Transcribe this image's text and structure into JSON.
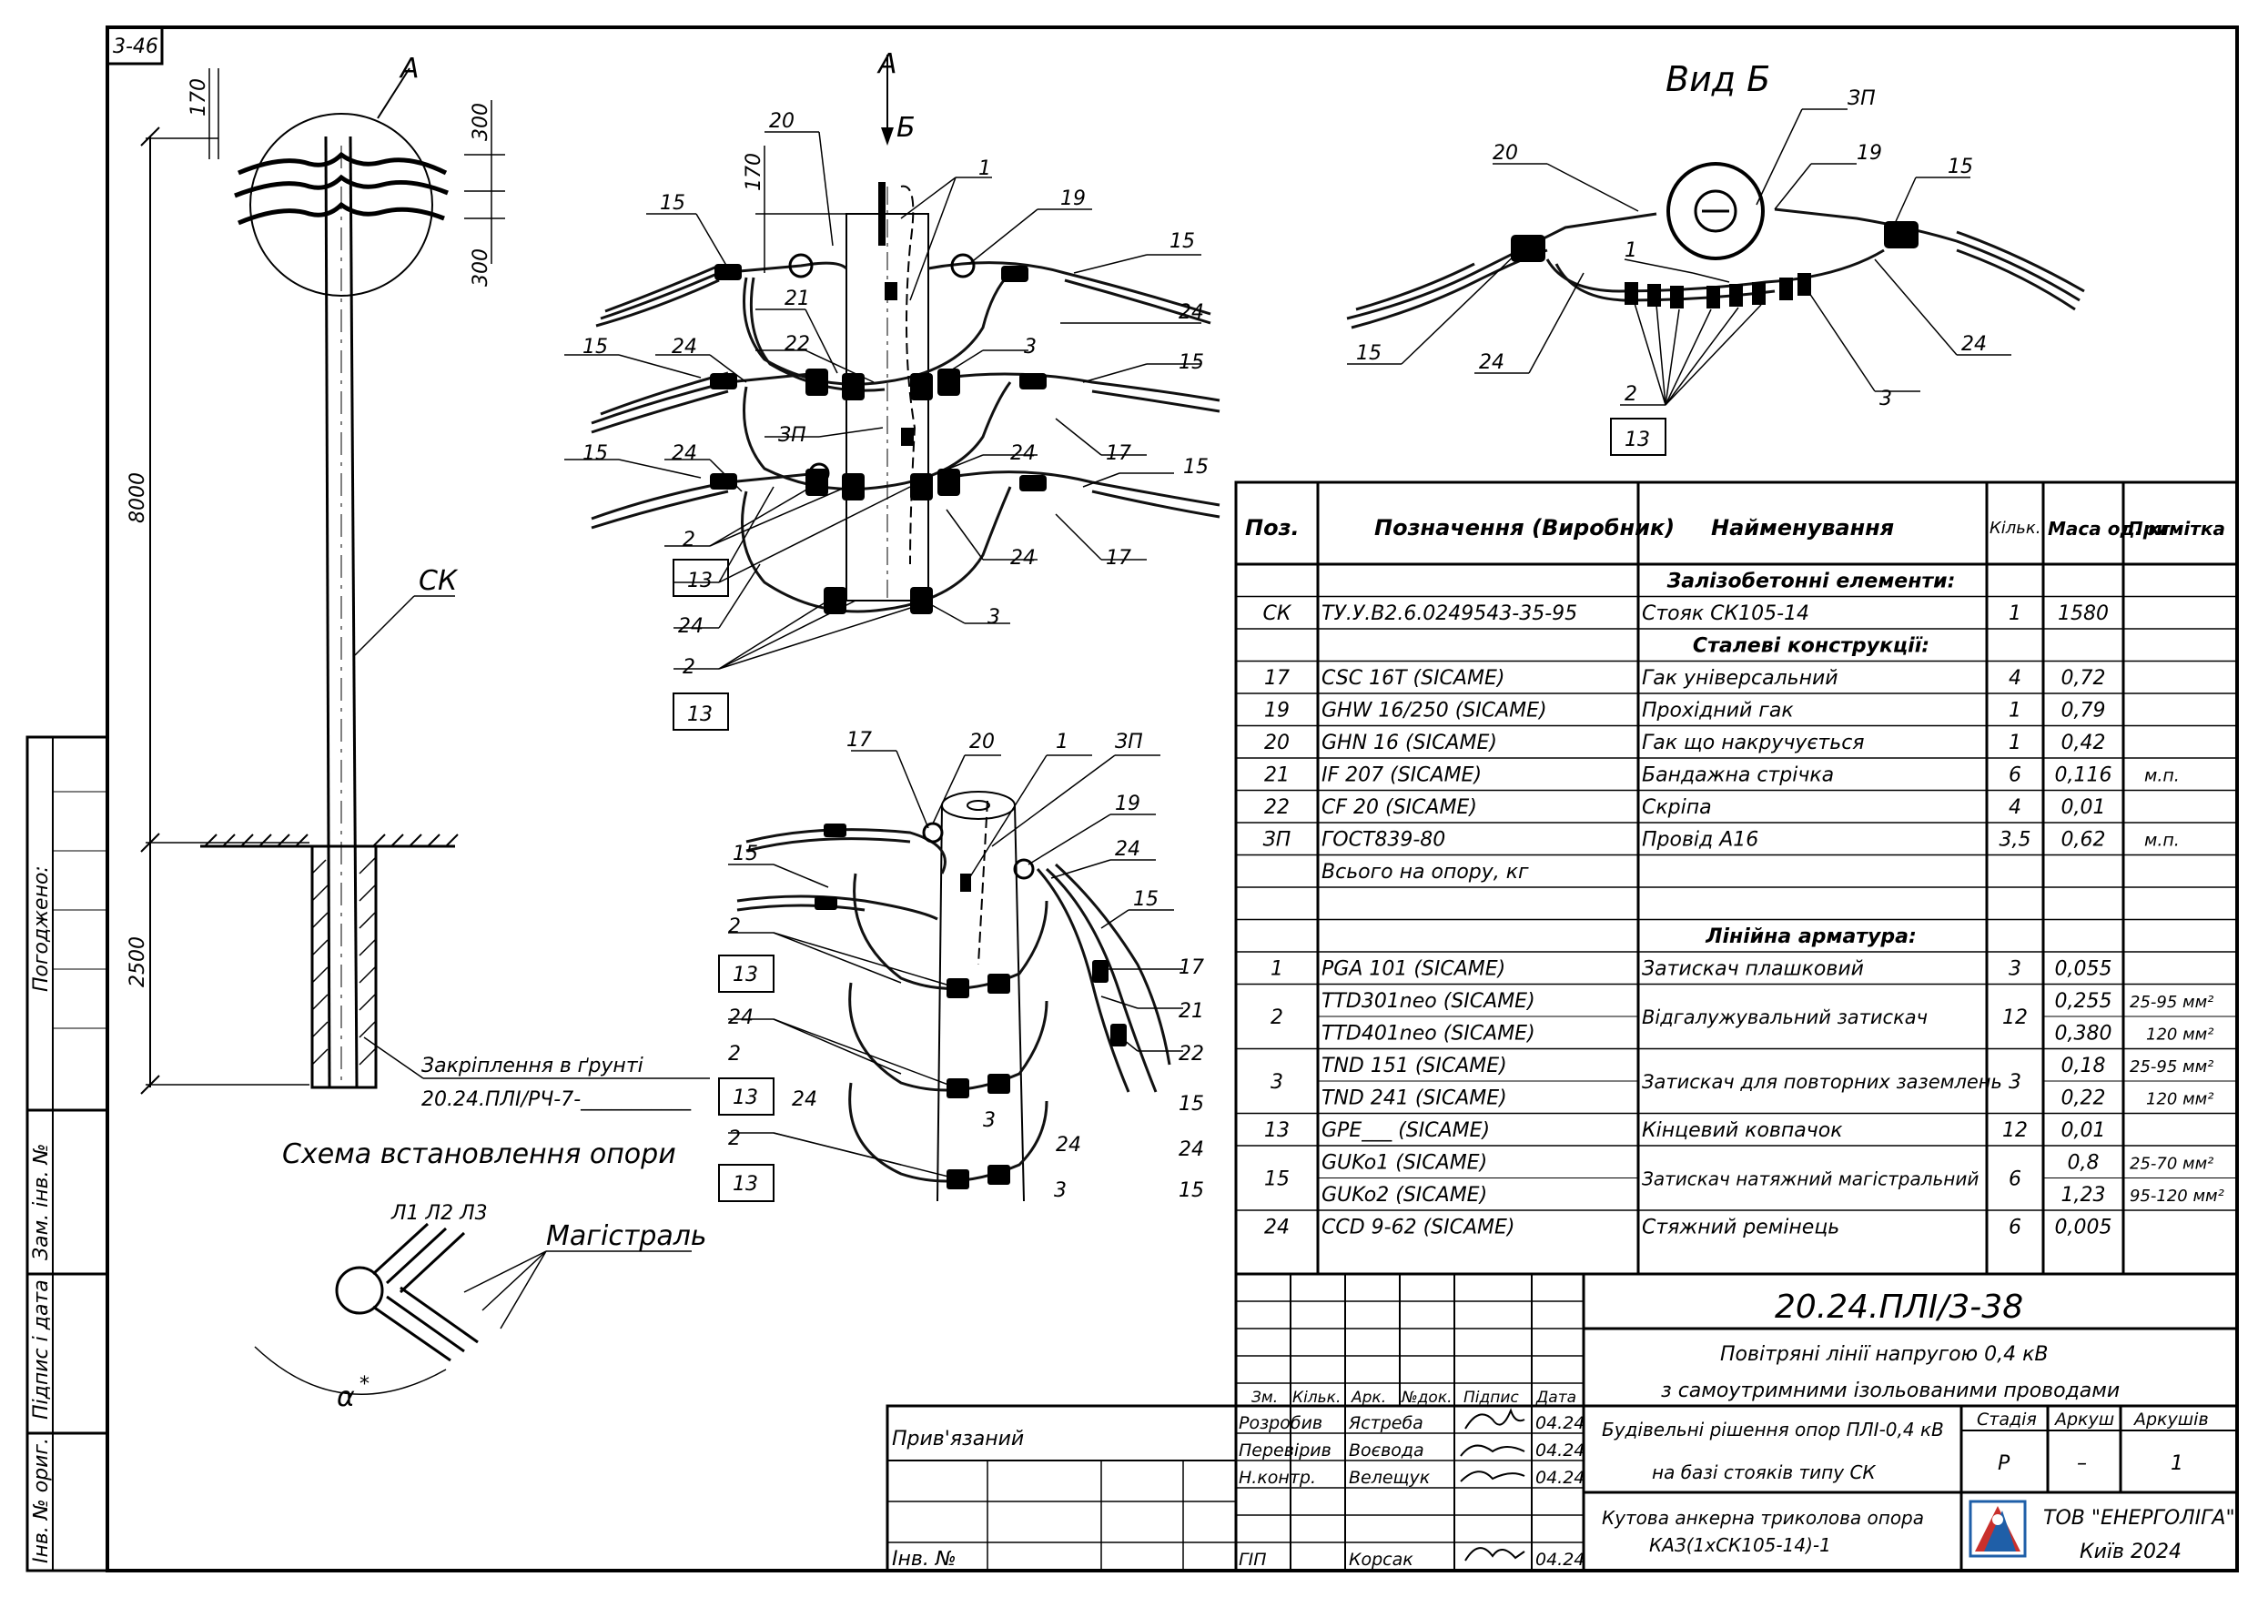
{
  "sheet_id": "3-46",
  "left_margin_labels": [
    "Погоджено:",
    "Зам. інв. №",
    "Підпис і дата",
    "Інв. № ориг."
  ],
  "installation": {
    "label_A": "А",
    "dim_170": "170",
    "dim_300_top": "300",
    "dim_300_bottom": "300",
    "dim_8000": "8000",
    "dim_2500": "2500",
    "label_SK": "СК",
    "ground_note": "Закріплення в ґрунті",
    "ground_ref": "20.24.ПЛІ/РЧ-7-___________",
    "caption": "Схема встановлення опори"
  },
  "plan": {
    "lines_label": "Л1 Л2 Л3",
    "magistral": "Магістраль",
    "angle": "α",
    "angle_mark": "*"
  },
  "view_A": {
    "label_A": "А",
    "label_B": "Б",
    "dim_170": "170",
    "callouts": [
      "20",
      "1",
      "19",
      "15",
      "15",
      "21",
      "22",
      "3",
      "24",
      "15",
      "15",
      "24",
      "ЗП",
      "24",
      "17",
      "15",
      "15",
      "24",
      "2",
      "13",
      "24",
      "17",
      "24",
      "3",
      "2",
      "13"
    ]
  },
  "view_3d": {
    "callouts": [
      "17",
      "20",
      "1",
      "ЗП",
      "19",
      "15",
      "24",
      "15",
      "2",
      "13",
      "24",
      "2",
      "13",
      "2",
      "13",
      "24",
      "3",
      "24",
      "3",
      "17",
      "21",
      "22",
      "15",
      "24",
      "15"
    ]
  },
  "view_B": {
    "title": "Вид Б",
    "callouts": [
      "ЗП",
      "20",
      "19",
      "15",
      "1",
      "15",
      "24",
      "24",
      "2",
      "3",
      "13"
    ]
  },
  "spec_table": {
    "headers": {
      "pos": "Поз.",
      "designation": "Позначення (Виробник)",
      "name": "Найменування",
      "qty": "Кільк.",
      "mass": "Маса од. кг",
      "note": "Примітка"
    },
    "rows": [
      {
        "type": "section",
        "name": "Залізобетонні елементи:"
      },
      {
        "pos": "СК",
        "des": "ТУ.У.В2.6.0249543-35-95",
        "name": "Стояк СК105-14",
        "qty": "1",
        "mass": "1580",
        "note": ""
      },
      {
        "type": "section",
        "name": "Сталеві конструкції:"
      },
      {
        "pos": "17",
        "des": "CSC 16T   (SICAME)",
        "name": "Гак універсальний",
        "qty": "4",
        "mass": "0,72",
        "note": ""
      },
      {
        "pos": "19",
        "des": "GHW 16/250   (SICAME)",
        "name": "Прохідний гак",
        "qty": "1",
        "mass": "0,79",
        "note": ""
      },
      {
        "pos": "20",
        "des": "GHN 16   (SICAME)",
        "name": "Гак що накручується",
        "qty": "1",
        "mass": "0,42",
        "note": ""
      },
      {
        "pos": "21",
        "des": "IF 207   (SICAME)",
        "name": "Бандажна стрічка",
        "qty": "6",
        "mass": "0,116",
        "note": "м.п."
      },
      {
        "pos": "22",
        "des": "CF 20   (SICAME)",
        "name": "Скріпа",
        "qty": "4",
        "mass": "0,01",
        "note": ""
      },
      {
        "pos": "ЗП",
        "des": "ГОСТ839-80",
        "name": "Провід А16",
        "qty": "3,5",
        "mass": "0,62",
        "note": "м.п."
      },
      {
        "pos": "",
        "des": "Всього на опору, кг",
        "name": "",
        "qty": "",
        "mass": "",
        "note": ""
      },
      {
        "pos": "",
        "des": "",
        "name": "",
        "qty": "",
        "mass": "",
        "note": ""
      },
      {
        "type": "section",
        "name": "Лінійна арматура:"
      },
      {
        "pos": "1",
        "des": "PGA 101   (SICAME)",
        "name": "Затискач плашковий",
        "qty": "3",
        "mass": "0,055",
        "note": ""
      }
    ],
    "double_rows": [
      {
        "pos": "2",
        "des1": "TTD301neo   (SICAME)",
        "des2": "TTD401neo   (SICAME)",
        "name": "Відгалужувальний затискач",
        "qty": "12",
        "mass1": "0,255",
        "mass2": "0,380",
        "note1": "25-95 мм²",
        "note2": "120 мм²"
      },
      {
        "pos": "3",
        "des1": "TND 151   (SICAME)",
        "des2": "TND 241   (SICAME)",
        "name": "Затискач для повторних заземлень",
        "qty": "3",
        "mass1": "0,18",
        "mass2": "0,22",
        "note1": "25-95 мм²",
        "note2": "120 мм²"
      }
    ],
    "row13": {
      "pos": "13",
      "des": "GPE___   (SICAME)",
      "name": "Кінцевий ковпачок",
      "qty": "12",
      "mass": "0,01",
      "note": ""
    },
    "row15": {
      "pos": "15",
      "des1": "GUKo1   (SICAME)",
      "des2": "GUKo2   (SICAME)",
      "name": "Затискач натяжний магістральний",
      "qty": "6",
      "mass1": "0,8",
      "mass2": "1,23",
      "note1": "25-70 мм²",
      "note2": "95-120 мм²"
    },
    "row24": {
      "pos": "24",
      "des": "CCD 9-62   (SICAME)",
      "name": "Стяжний ремінець",
      "qty": "6",
      "mass": "0,005",
      "note": ""
    }
  },
  "title_block": {
    "code": "20.24.ПЛІ/3-38",
    "title_line1": "Повітряні лінії напругою 0,4 кВ",
    "title_line2": "з самоутримними ізольованими проводами",
    "section_line1": "Будівельні рішення опор ПЛІ-0,4 кВ",
    "section_line2": "на базі стояків типу СК",
    "drawing_line1": "Кутова анкерна триколова опора",
    "drawing_line2": "КАЗ(1хСК105-14)-1",
    "stage_label": "Стадія",
    "sheet_label": "Аркуш",
    "sheets_label": "Аркушів",
    "stage": "Р",
    "sheet": "–",
    "sheets": "1",
    "company": "ТОВ \"ЕНЕРГОЛІГА\"",
    "city_year": "Київ 2024",
    "col_headers": [
      "Зм.",
      "Кільк.",
      "Арк.",
      "№док.",
      "Підпис",
      "Дата"
    ],
    "people": [
      {
        "role": "Розробив",
        "name": "Ястреба",
        "date": "04.24"
      },
      {
        "role": "Перевірив",
        "name": "Воєвода",
        "date": "04.24"
      },
      {
        "role": "Н.контр.",
        "name": "Велещук",
        "date": "04.24"
      },
      {
        "role": "ГІП",
        "name": "Корсак",
        "date": "04.24"
      }
    ],
    "linked": "Прив'язаний",
    "inv": "Інв. №"
  }
}
